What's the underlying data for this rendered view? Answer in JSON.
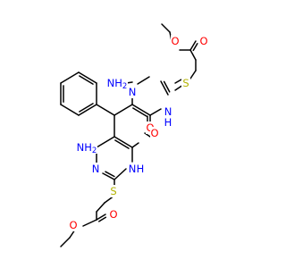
{
  "atom_colors": {
    "C": "#000000",
    "N": "#0000ff",
    "O": "#ff0000",
    "S": "#b2b200"
  },
  "labels": {
    "nh2_upper": "NH",
    "nh2_upper_sub": "2",
    "nh2_lower": "NH",
    "nh2_lower_sub": "2",
    "n_upper_left": "N",
    "n_lower_left": "N",
    "nh_upper": "N",
    "nh_upper_h": "H",
    "nh_lower": "N",
    "nh_lower_h": "H",
    "s_upper": "S",
    "s_lower": "S",
    "o_upper_keto": "O",
    "o_lower_keto": "O",
    "o_upper_ester_carbonyl": "O",
    "o_upper_ester": "O",
    "o_lower_ester_carbonyl": "O",
    "o_lower_ester": "O"
  }
}
